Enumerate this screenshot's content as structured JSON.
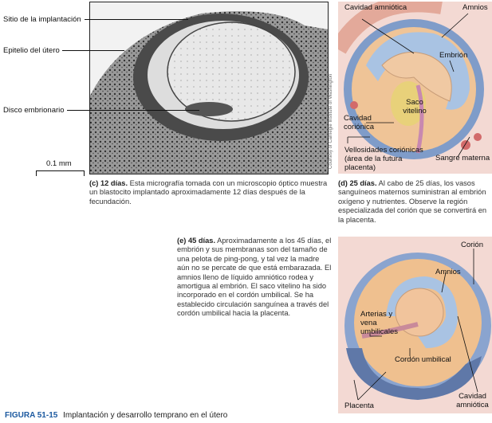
{
  "panel_c": {
    "labels": [
      "Sitio de la implantación",
      "Epitelio del útero",
      "Disco embrionario"
    ],
    "scale_bar": "0.1 mm",
    "credit": "Courtesy of Carnegie Institute of Washington",
    "caption_head": "(c) 12 días.",
    "caption_text": "Esta micrografía tomada con un microscopio óptico muestra un blastocito implantado aproximadamente 12 días después de la fecundación."
  },
  "panel_d": {
    "labels": {
      "amniotic_cavity": "Cavidad amniótica",
      "amnion": "Amnios",
      "embryo": "Embrión",
      "yolk_sac": "Saco vitelino",
      "chorionic_cavity": "Cavidad coriónica",
      "villi": "Vellosidades coriónicas (área de la futura placenta)",
      "maternal_blood": "Sangre materna"
    },
    "caption_head": "(d) 25 días.",
    "caption_text": "Al cabo de 25 días, los vasos sanguíneos maternos suministran al embrión oxígeno y nutrientes. Observe la región especializada del corión que se convertirá en la placenta."
  },
  "panel_e": {
    "labels": {
      "chorion": "Corión",
      "amnion": "Amnios",
      "umbilical_vessels": "Arterias y vena umbilicales",
      "umbilical_cord": "Cordón umbilical",
      "amniotic_cavity": "Cavidad amniótica",
      "placenta": "Placenta"
    },
    "caption_head": "(e) 45 días.",
    "caption_text": "Aproximadamente a los 45 días, el embrión y sus membranas son del tamaño de una pelota de ping-pong, y tal vez la madre aún no se percate de que está embarazada. El amnios lleno de líquido amniótico rodea y amortigua al embrión. El saco vitelino ha sido incorporado en el cordón umbilical. Se ha establecido circulación sanguínea a través del cordón umbilical hacia la placenta."
  },
  "figure": {
    "number": "FIGURA 51-15",
    "title": "Implantación y desarrollo temprano en el útero"
  }
}
